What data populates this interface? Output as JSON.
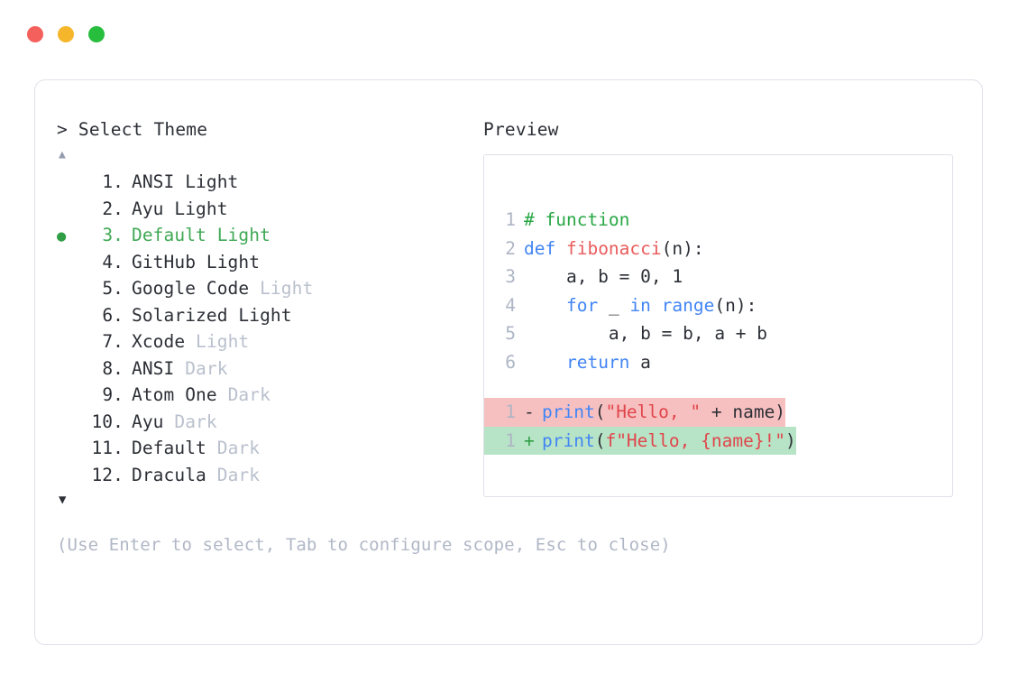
{
  "window": {
    "traffic_lights": [
      {
        "name": "close-button",
        "color": "#f4605c"
      },
      {
        "name": "minimize-button",
        "color": "#f5b62b"
      },
      {
        "name": "maximize-button",
        "color": "#27be3d"
      }
    ]
  },
  "prompt": {
    "header": "> Select Theme",
    "scroll_up": "▲",
    "scroll_down": "▼",
    "help": "(Use Enter to select, Tab to configure scope, Esc to close)"
  },
  "themes": [
    {
      "bullet": "",
      "number": "1.",
      "name": "ANSI Light",
      "suffix": "",
      "selected": false
    },
    {
      "bullet": "",
      "number": "2.",
      "name": "Ayu Light",
      "suffix": "",
      "selected": false
    },
    {
      "bullet": "●",
      "number": "3.",
      "name": "Default Light",
      "suffix": "",
      "selected": true
    },
    {
      "bullet": "",
      "number": "4.",
      "name": "GitHub Light",
      "suffix": "",
      "selected": false
    },
    {
      "bullet": "",
      "number": "5.",
      "name": "Google Code",
      "suffix": " Light",
      "selected": false
    },
    {
      "bullet": "",
      "number": "6.",
      "name": "Solarized Light",
      "suffix": "",
      "selected": false
    },
    {
      "bullet": "",
      "number": "7.",
      "name": "Xcode",
      "suffix": " Light",
      "selected": false
    },
    {
      "bullet": "",
      "number": "8.",
      "name": "ANSI",
      "suffix": " Dark",
      "selected": false
    },
    {
      "bullet": "",
      "number": "9.",
      "name": "Atom One",
      "suffix": " Dark",
      "selected": false
    },
    {
      "bullet": "",
      "number": "10.",
      "name": "Ayu",
      "suffix": " Dark",
      "selected": false
    },
    {
      "bullet": "",
      "number": "11.",
      "name": "Default",
      "suffix": " Dark",
      "selected": false
    },
    {
      "bullet": "",
      "number": "12.",
      "name": "Dracula",
      "suffix": " Dark",
      "selected": false
    }
  ],
  "preview": {
    "header": "Preview",
    "code_lines": [
      {
        "ln": "1",
        "tokens": [
          {
            "t": "# function",
            "c": "comment"
          }
        ]
      },
      {
        "ln": "2",
        "tokens": [
          {
            "t": "def ",
            "c": "keyword"
          },
          {
            "t": "fibonacci",
            "c": "func"
          },
          {
            "t": "(n):",
            "c": "plain"
          }
        ]
      },
      {
        "ln": "3",
        "tokens": [
          {
            "t": "    a, b = 0, 1",
            "c": "plain"
          }
        ]
      },
      {
        "ln": "4",
        "tokens": [
          {
            "t": "    ",
            "c": "plain"
          },
          {
            "t": "for",
            "c": "keyword"
          },
          {
            "t": " _ ",
            "c": "plain"
          },
          {
            "t": "in range",
            "c": "keyword"
          },
          {
            "t": "(n):",
            "c": "plain"
          }
        ]
      },
      {
        "ln": "5",
        "tokens": [
          {
            "t": "        a, b = b, a + b",
            "c": "plain"
          }
        ]
      },
      {
        "ln": "6",
        "tokens": [
          {
            "t": "    ",
            "c": "plain"
          },
          {
            "t": "return",
            "c": "keyword"
          },
          {
            "t": " a",
            "c": "plain"
          }
        ]
      }
    ],
    "diff_lines": [
      {
        "ln": "1",
        "sign": "-",
        "kind": "del",
        "tokens": [
          {
            "t": "print",
            "c": "keyword"
          },
          {
            "t": "(",
            "c": "plain"
          },
          {
            "t": "\"Hello, \"",
            "c": "string"
          },
          {
            "t": " + name)",
            "c": "plain"
          }
        ]
      },
      {
        "ln": "1",
        "sign": "+",
        "kind": "add",
        "tokens": [
          {
            "t": "print",
            "c": "keyword"
          },
          {
            "t": "(",
            "c": "plain"
          },
          {
            "t": "f\"Hello, {name}!\"",
            "c": "string"
          },
          {
            "t": ")",
            "c": "plain"
          }
        ]
      }
    ]
  },
  "colors": {
    "accent_selected": "#40a956",
    "dim_text": "#b9c0cd",
    "border": "#dfe1e9",
    "diff_remove_bg": "#f7c0c0",
    "diff_add_bg": "#b7e4c7"
  }
}
